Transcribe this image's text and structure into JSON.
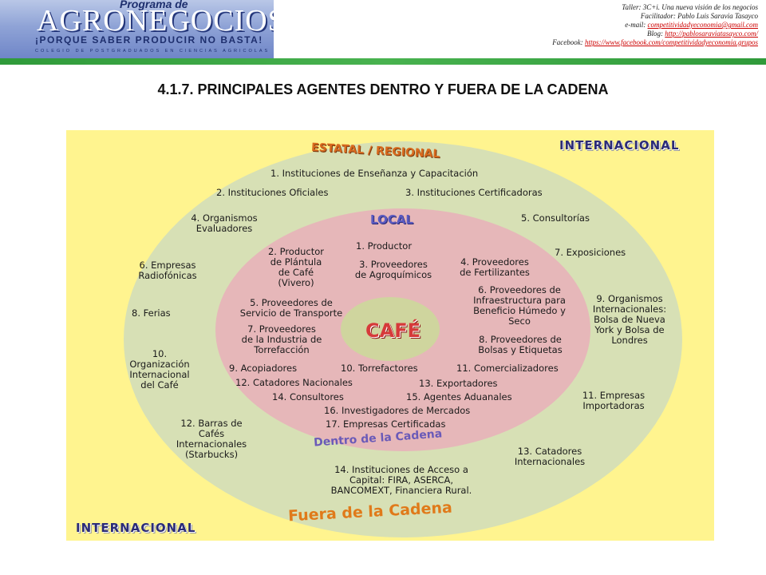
{
  "header": {
    "logo_program": "Programa de",
    "logo_title": "AGRONEGOCIOS",
    "logo_slogan": "¡PORQUE SABER PRODUCIR NO BASTA!",
    "logo_college": "COLEGIO DE POSTGRADUADOS EN CIENCIAS AGRICOLAS",
    "info": {
      "line1": "Taller: 3C+i. Una nueva visión de los negocios",
      "line2": "Facilitador: Pablo Luis Saravia Tasayco",
      "email_label": "e-mail:",
      "email": "competitividadyeconomia@gmail.com",
      "blog_label": "Blog:",
      "blog": "http://pablosaraviatasayco.com/",
      "facebook_label": "Facebook:",
      "facebook": "https://www.facebook.com/competitividadyeconomia.grupos"
    }
  },
  "title": "4.1.7. PRINCIPALES AGENTES DENTRO Y FUERA DE LA CADENA",
  "diagram": {
    "tags": {
      "international_top": "INTERNACIONAL",
      "international_bottom": "INTERNACIONAL",
      "estatal": "ESTATAL / REGIONAL",
      "local": "LOCAL",
      "center": "CAFÉ",
      "inside": "Dentro de la Cadena",
      "outside": "Fuera de la Cadena"
    },
    "estatal_items": [
      "1. Instituciones de Enseñanza y Capacitación",
      "2. Instituciones Oficiales",
      "3. Instituciones Certificadoras",
      "4. Organismos\nEvaluadores",
      "5. Consultorías",
      "6. Empresas\nRadiofónicas",
      "7. Exposiciones",
      "8. Ferias",
      "10.\nOrganización\nInternacional\ndel Café",
      "12. Barras de\nCafés\nInternacionales\n(Starbucks)",
      "14. Instituciones de Acceso a\nCapital: FIRA, ASERCA,\nBANCOMEXT, Financiera Rural."
    ],
    "international_items": [
      "9. Organismos\nInternacionales:\nBolsa de Nueva\nYork y Bolsa de\nLondres",
      "11. Empresas\nImportadoras",
      "13. Catadores\nInternacionales"
    ],
    "local_items": [
      "1. Productor",
      "2. Productor\nde Plántula\nde Café\n(Vivero)",
      "3. Proveedores\nde Agroquímicos",
      "4. Proveedores\nde Fertilizantes",
      "5. Proveedores de\nServicio de Transporte",
      "6. Proveedores de\nInfraestructura para\nBeneficio Húmedo y\nSeco",
      "7. Proveedores\nde la Industria de\nTorrefacción",
      "8. Proveedores de\nBolsas y Etiquetas",
      "9. Acopiadores",
      "10. Torrefactores",
      "11. Comercializadores",
      "12. Catadores Nacionales",
      "13. Exportadores",
      "14. Consultores",
      "15. Agentes Aduanales",
      "16. Investigadores de Mercados",
      "17. Empresas  Certificadas"
    ]
  }
}
